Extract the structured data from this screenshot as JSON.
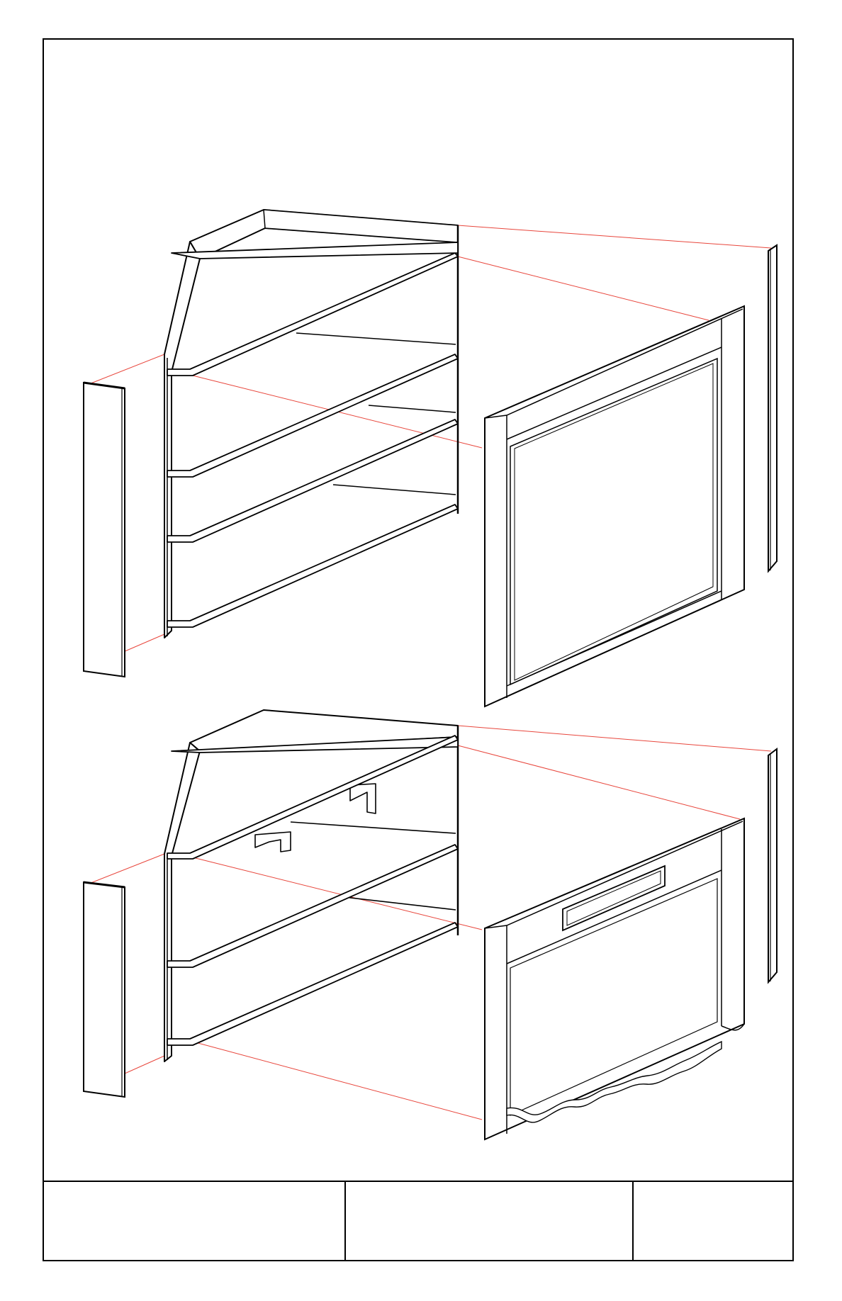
{
  "drawing": {
    "colors": {
      "line": "#000000",
      "guide": "#e8463c",
      "paper": "#ffffff"
    },
    "upper_assembly": {
      "parts": [
        "corner-shelf-unit",
        "left-side-panel",
        "front-frame-panel",
        "right-edge-strip"
      ]
    },
    "lower_assembly": {
      "parts": [
        "corner-unit-with-drawer-runners",
        "left-side-panel",
        "front-face-with-drawer-opening",
        "right-edge-strip"
      ]
    }
  },
  "title_block": {
    "cells": [
      "",
      "",
      ""
    ]
  }
}
